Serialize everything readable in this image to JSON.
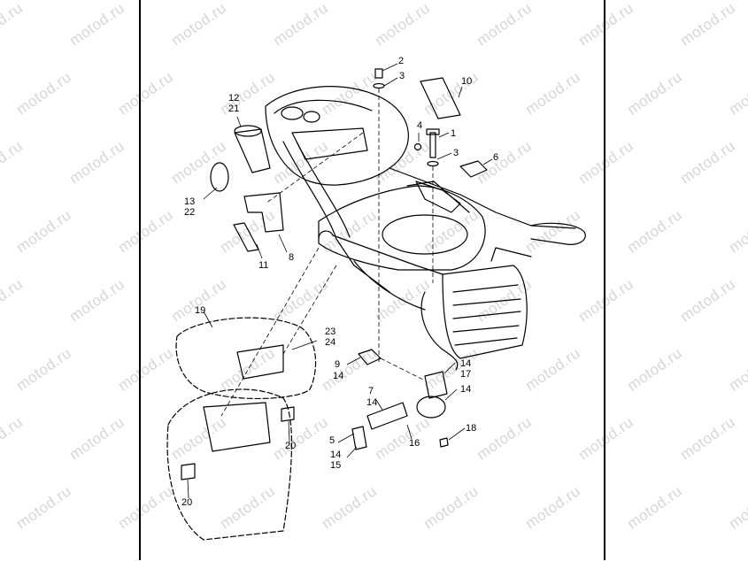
{
  "watermark": "motod.ru",
  "callouts": [
    "1",
    "2",
    "3",
    "3",
    "4",
    "5",
    "6",
    "7",
    "8",
    "9",
    "10",
    "11",
    "12",
    "13",
    "14",
    "14",
    "14",
    "14",
    "14",
    "15",
    "16",
    "17",
    "18",
    "19",
    "20",
    "20",
    "21",
    "22",
    "23",
    "24"
  ]
}
